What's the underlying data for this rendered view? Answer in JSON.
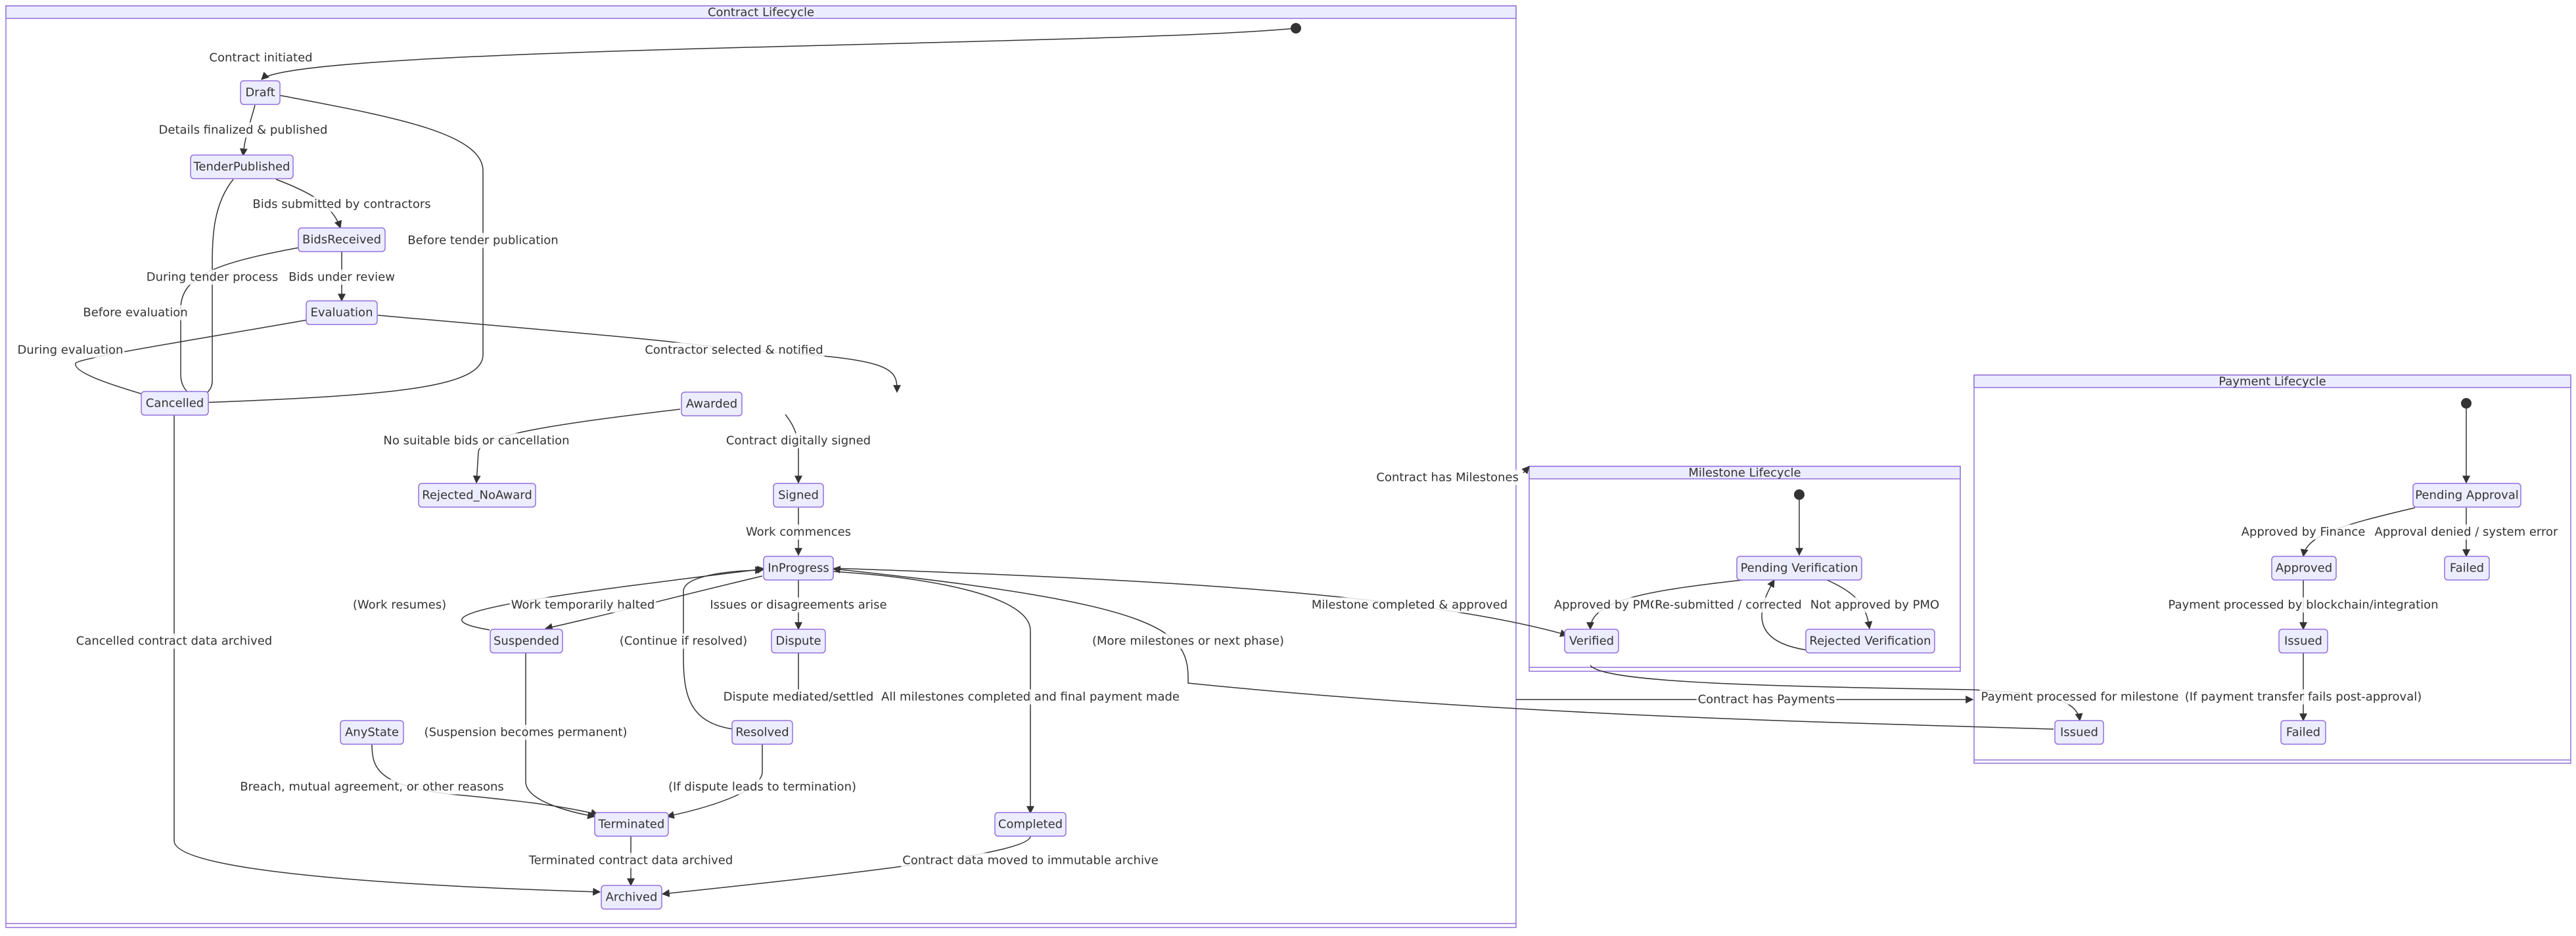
{
  "clusters": {
    "contract": {
      "title": "Contract Lifecycle"
    },
    "milestone": {
      "title": "Milestone Lifecycle"
    },
    "payment": {
      "title": "Payment Lifecycle"
    }
  },
  "states": {
    "draft": "Draft",
    "tender_published": "TenderPublished",
    "bids_received": "BidsReceived",
    "evaluation": "Evaluation",
    "cancelled": "Cancelled",
    "awarded": "Awarded",
    "rejected_noaward": "Rejected_NoAward",
    "signed": "Signed",
    "in_progress": "InProgress",
    "suspended": "Suspended",
    "dispute": "Dispute",
    "resolved": "Resolved",
    "any_state": "AnyState",
    "terminated": "Terminated",
    "completed": "Completed",
    "archived": "Archived",
    "ms_pending_verification": "Pending Verification",
    "ms_verified": "Verified",
    "ms_rejected_verification": "Rejected Verification",
    "pay_pending_approval": "Pending Approval",
    "pay_approved": "Approved",
    "pay_failed_approval": "Failed",
    "pay_issued_main": "Issued",
    "pay_failed_transfer": "Failed",
    "pay_issued_milestone": "Issued"
  },
  "transitions": {
    "start_to_draft": "Contract initiated",
    "draft_to_tender": "Details finalized & published",
    "tender_to_bids": "Bids submitted by contractors",
    "draft_to_cancelled": "Before tender publication",
    "bids_to_cancelled": "During tender process",
    "bids_to_evaluation": "Bids under review",
    "tender_to_cancelled": "Before evaluation",
    "evaluation_to_cancelled": "During evaluation",
    "evaluation_to_awarded": "Contractor selected & notified",
    "awarded_to_rejected": "No suitable bids or cancellation",
    "awarded_to_signed": "Contract digitally signed",
    "signed_to_inprogress": "Work commences",
    "suspended_to_inprogress": "(Work resumes)",
    "inprogress_to_suspended": "Work temporarily halted",
    "inprogress_to_dispute": "Issues or disagreements arise",
    "resolved_to_inprogress": "(Continue if resolved)",
    "inprogress_to_verified": "Milestone completed & approved",
    "issued_to_inprogress": "(More milestones or next phase)",
    "cancelled_to_archived": "Cancelled contract data archived",
    "dispute_to_resolved": "Dispute mediated/settled",
    "inprogress_to_completed": "All milestones completed and final payment made",
    "suspended_to_terminated": "(Suspension becomes permanent)",
    "anystate_to_terminated": "Breach, mutual agreement, or other reasons",
    "resolved_to_terminated": "(If dispute leads to termination)",
    "terminated_to_archived": "Terminated contract data archived",
    "completed_to_archived": "Contract data moved to immutable archive",
    "contract_has_milestones": "Contract has Milestones",
    "ms_verified_label": "Approved by PMO",
    "ms_resubmitted": "Re-submitted / corrected",
    "ms_not_approved": "Not approved by PMO",
    "contract_has_payments": "Contract has Payments",
    "payment_for_milestone": "Payment processed for milestone",
    "pay_approved_by_finance": "Approved by Finance",
    "pay_denied": "Approval denied / system error",
    "pay_processed": "Payment processed by blockchain/integration",
    "pay_transfer_fails": "(If payment transfer fails post-approval)"
  }
}
